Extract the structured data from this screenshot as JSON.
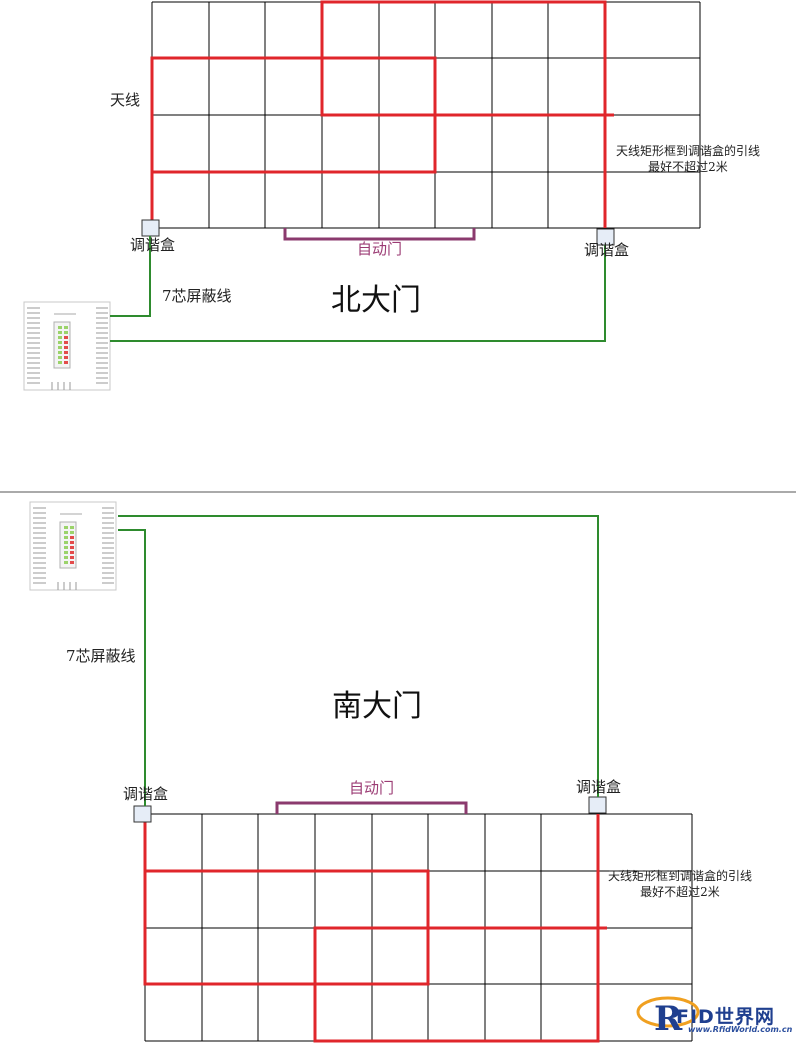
{
  "north": {
    "title": "北大门",
    "antenna_label": "天线",
    "tuner_left": "调谐盒",
    "tuner_right": "调谐盒",
    "auto_door": "自动门",
    "cable": "7芯屏蔽线",
    "note_line1": "天线矩形框到调谐盒的引线",
    "note_line2": "最好不超过2米"
  },
  "south": {
    "title": "南大门",
    "tuner_left": "调谐盒",
    "tuner_right": "调谐盒",
    "auto_door": "自动门",
    "cable": "7芯屏蔽线",
    "note_line1": "天线矩形框到调谐盒的引线",
    "note_line2": "最好不超过2米"
  },
  "watermark": {
    "brand_letter": "R",
    "brand": "FID世界网",
    "site": "www.RfidWorld.com.cn"
  },
  "colors": {
    "grid": "#000000",
    "antenna": "#e0262b",
    "cable": "#2e8b2e",
    "door": "#8b3a6e",
    "tuner_fill": "#e6edf7",
    "brand_blue": "#1f3f8f",
    "brand_orange": "#f0a020"
  }
}
